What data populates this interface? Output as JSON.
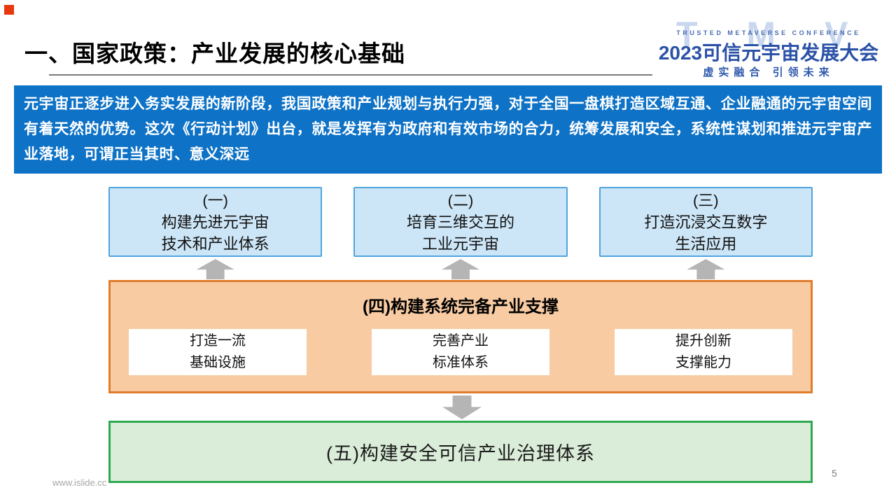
{
  "slide": {
    "title": "一、国家政策：产业发展的核心基础",
    "page_number": "5",
    "watermark": "www.islide.cc"
  },
  "logo": {
    "monogram": "T M V C",
    "subtitle": "TRUSTED METAVERSE CONFERENCE",
    "title": "2023可信元宇宙发展大会",
    "tagline": "虚实融合 引领未来"
  },
  "banner": {
    "text": "元宇宙正逐步进入务实发展的新阶段，我国政策和产业规划与执行力强，对于全国一盘棋打造区域互通、企业融通的元宇宙空间有着天然的优势。这次《行动计划》出台，就是发挥有为政府和有效市场的合力，统筹发展和安全，系统性谋划和推进元宇宙产业落地，可谓正当其时、意义深远"
  },
  "diagram": {
    "top_boxes": [
      {
        "num": "(一)",
        "line1": "构建先进元宇宙",
        "line2": "技术和产业体系"
      },
      {
        "num": "(二)",
        "line1": "培育三维交互的",
        "line2": "工业元宇宙"
      },
      {
        "num": "(三)",
        "line1": "打造沉浸交互数字",
        "line2": "生活应用"
      }
    ],
    "middle_box": {
      "title": "(四)构建系统完备产业支撑",
      "items": [
        {
          "line1": "打造一流",
          "line2": "基础设施"
        },
        {
          "line1": "完善产业",
          "line2": "标准体系"
        },
        {
          "line1": "提升创新",
          "line2": "支撑能力"
        }
      ]
    },
    "bottom_box": {
      "title": "(五)构建安全可信产业治理体系"
    }
  },
  "colors": {
    "corner_accent_red": "#e8380d",
    "banner_blue": "#0e72c6",
    "pillar_fill": "#cde6f7",
    "pillar_border": "#4fa5de",
    "support_fill": "#f8cba2",
    "support_border": "#df7d2d",
    "governance_fill": "#daedd8",
    "governance_border": "#2ea950",
    "arrow_gray": "#b5b5b5",
    "logo_blue": "#2b52a7",
    "logo_watermark_blue": "#c9d7ef"
  }
}
